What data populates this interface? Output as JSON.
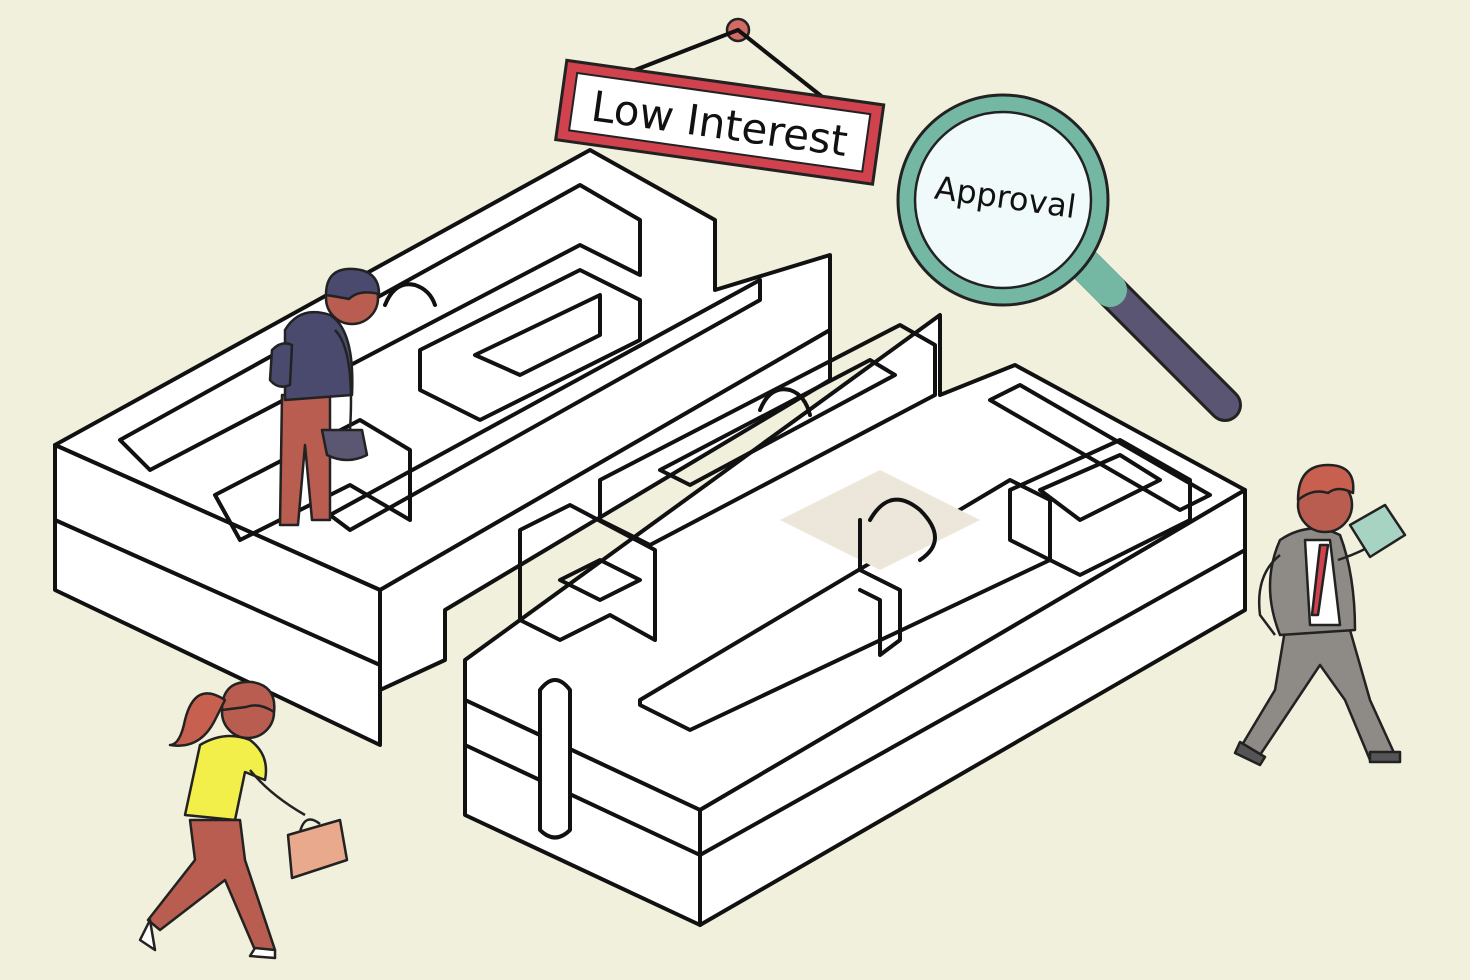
{
  "sign": {
    "text": "Low Interest"
  },
  "magnifier": {
    "text": "Approval"
  },
  "colors": {
    "background": "#f1f0dc",
    "sign_border": "#d0424e",
    "magnifier_rim": "#74b8a4",
    "magnifier_handle": "#5a5573",
    "maze_wall": "#ffffff"
  },
  "figures": [
    "man-in-maze",
    "woman-with-bag",
    "businessman-with-document"
  ]
}
